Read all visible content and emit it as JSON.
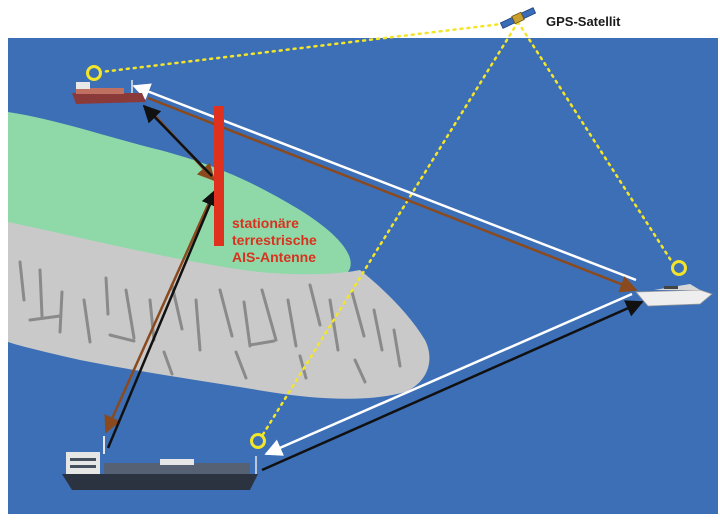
{
  "labels": {
    "satellite": "GPS-Satellit",
    "antenna_line1": "stationäre",
    "antenna_line2": "terrestrische",
    "antenna_line3": "AIS-Antenne"
  },
  "colors": {
    "sea": "#3d6fb6",
    "land_green": "#8fd9a8",
    "land_grey": "#c9c9c9",
    "terrain_marks": "#8a8a8a",
    "antenna": "#e0301e",
    "gps_link": "#f3e52a",
    "receiver_marker": "#f3e52a",
    "link_white": "#ffffff",
    "link_black": "#111111",
    "link_brown": "#8b4a1e",
    "antenna_label": "#d8321e"
  },
  "icons": {
    "satellite": "satellite-icon",
    "cargo_ship": "cargo-ship-icon",
    "tanker_ship": "tanker-ship-icon",
    "motor_yacht": "motor-yacht-icon"
  }
}
